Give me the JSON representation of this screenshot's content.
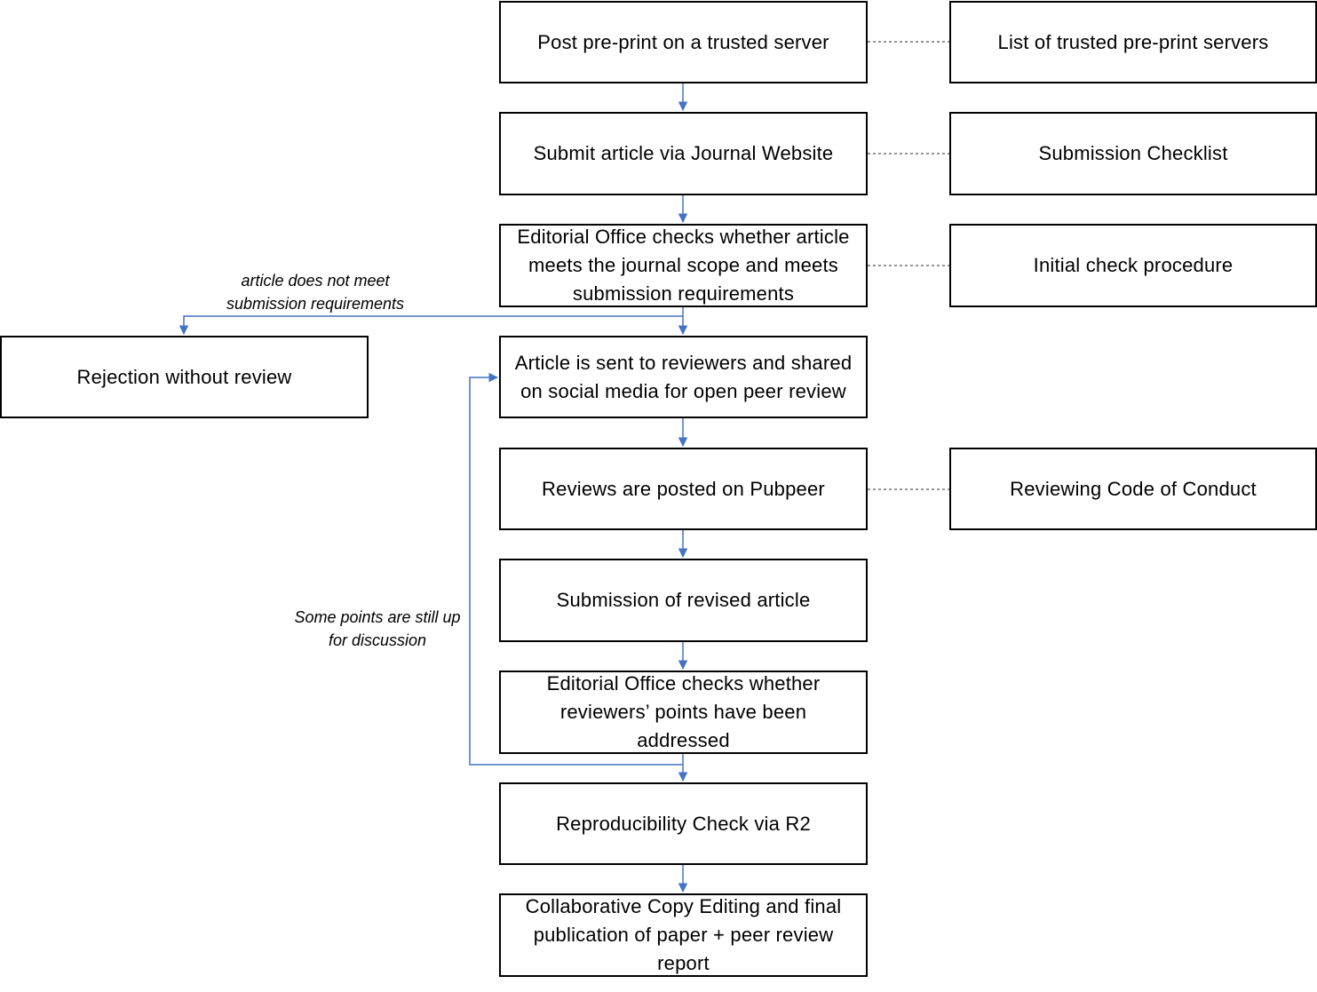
{
  "flow_steps": [
    "Post pre-print on a trusted server",
    "Submit article via Journal Website",
    "Editorial Office checks whether article meets the journal scope and meets submission requirements",
    "Article is sent to reviewers and shared on social media for open peer review",
    "Reviews are posted on Pubpeer",
    "Submission of revised article",
    "Editorial Office checks whether reviewers’ points have been addressed",
    "Reproducibility Check via R2",
    "Collaborative Copy Editing and final publication of paper + peer review report"
  ],
  "resources": [
    "List of trusted pre-print servers",
    "Submission Checklist",
    "Initial check procedure",
    "Reviewing Code of Conduct"
  ],
  "rejection": "Rejection without review",
  "notes": {
    "rejection_condition": "article does not meet submission requirements",
    "loop_condition": "Some points are still up for discussion"
  },
  "colors": {
    "arrow": "#4472c4",
    "box_border": "#000000",
    "dotted_link": "#555555"
  }
}
